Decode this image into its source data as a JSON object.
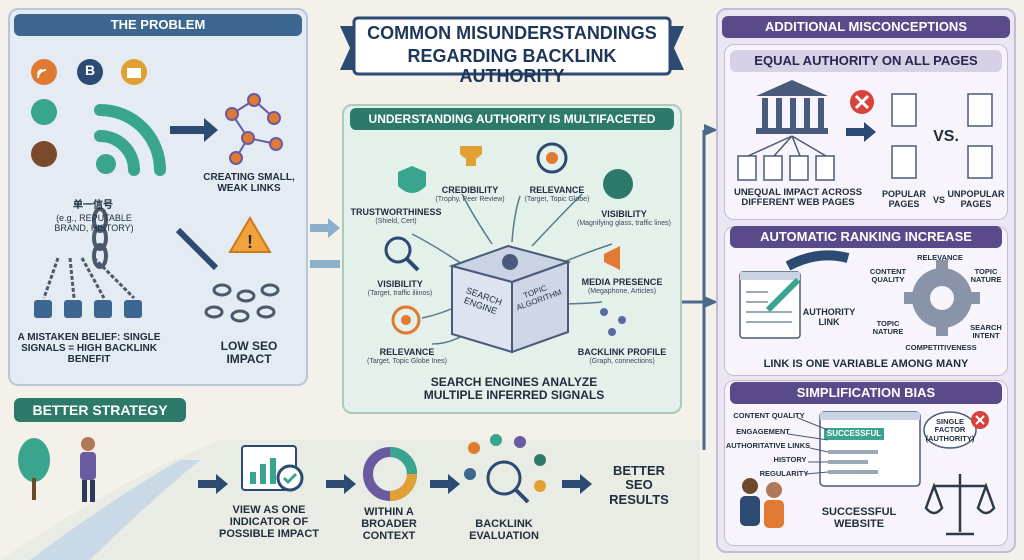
{
  "title": {
    "line1": "COMMON MISUNDERSTANDINGS",
    "line2": "REGARDING BACKLINK AUTHORITY"
  },
  "problem": {
    "header": "THE PROBLEM",
    "icon_letter": "B",
    "signal_label": "单一信号",
    "signal_sub": "(e.g., REPUTABLE BRAND, HISTORY)",
    "weak_links": "CREATING SMALL, WEAK LINKS",
    "belief": "A MISTAKEN BELIEF: SINGLE SIGNALS = HIGH BACKLINK BENEFIT",
    "impact": "LOW SEO IMPACT"
  },
  "center": {
    "header": "UNDERSTANDING AUTHORITY IS MULTIFACETED",
    "cube_left": "SEARCH ENGINE",
    "cube_right": "TOPIC ALGORITHM",
    "signals": [
      {
        "title": "CREDIBILITY",
        "sub": "(Trophy, Peer Review)"
      },
      {
        "title": "RELEVANCE",
        "sub": "(Target, Topic Globe)"
      },
      {
        "title": "TRUSTWORTHINESS",
        "sub": "(Shield, Cert)"
      },
      {
        "title": "VISIBILITY",
        "sub": "(Magnifying glass, traffic lines)"
      },
      {
        "title": "VISIBILITY",
        "sub": "(Target, traffic iliinos)"
      },
      {
        "title": "MEDIA PRESENCE",
        "sub": "(Megaphone, Articles)"
      },
      {
        "title": "RELEVANCE",
        "sub": "(Target, Topic Globe Ines)"
      },
      {
        "title": "BACKLINK PROFILE",
        "sub": "(Graph, connections)"
      }
    ],
    "caption": "SEARCH ENGINES ANALYZE MULTIPLE INFERRED SIGNALS"
  },
  "strategy": {
    "header": "BETTER STRATEGY",
    "step1": "VIEW AS ONE INDICATOR OF POSSIBLE IMPACT",
    "step2": "WITHIN A BROADER CONTEXT",
    "step3": "BACKLINK EVALUATION",
    "result": "BETTER SEO RESULTS"
  },
  "right": {
    "header": "ADDITIONAL MISCONCEPTIONS",
    "equal": {
      "header": "EQUAL AUTHORITY ON ALL PAGES",
      "unequal": "UNEQUAL IMPACT ACROSS DIFFERENT WEB PAGES",
      "vs_big": "VS.",
      "popular": "POPULAR PAGES",
      "vs_small": "VS",
      "unpopular": "UNPOPULAR PAGES"
    },
    "auto": {
      "header": "AUTOMATIC RANKING INCREASE",
      "authority": "AUTHORITY LINK",
      "factors": [
        "CONTENT QUALITY",
        "RELEVANCE",
        "TOPIC NATURE",
        "TOPIC NATURE",
        "SEARCH INTENT",
        "COMPETITIVENESS"
      ],
      "caption": "LINK IS ONE VARIABLE AMONG MANY"
    },
    "bias": {
      "header": "SIMPLIFICATION BIAS",
      "factors": [
        "CONTENT QUALITY",
        "ENGAGEMENT",
        "AUTHORITATIVE LINKS",
        "HISTORY",
        "REGULARITY"
      ],
      "successful": "SUCCESSFUL",
      "single": "SINGLE FACTOR (AUTHORITY)",
      "website": "SUCCESSFUL WEBSITE"
    }
  }
}
